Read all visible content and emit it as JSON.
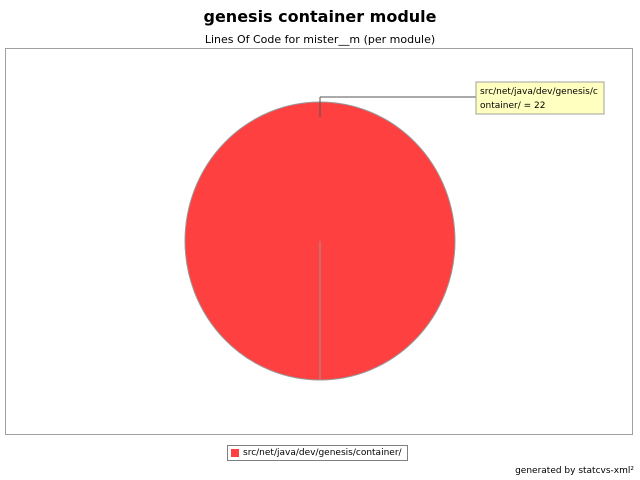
{
  "chart_data": {
    "type": "pie",
    "title": "genesis container module",
    "subtitle": "Lines Of Code for mister__m (per module)",
    "slices": [
      {
        "label": "src/net/java/dev/genesis/container/",
        "value": 22,
        "color": "#ff4040",
        "callout_line1": "src/net/java/dev/genesis/c",
        "callout_line2": "ontainer/ = 22"
      }
    ],
    "legend": {
      "position": "bottom",
      "entries": [
        "src/net/java/dev/genesis/container/"
      ]
    }
  },
  "footer": {
    "generated_by": "generated by statcvs-xml²"
  },
  "colors": {
    "slice_outline": "#999999",
    "callout_bg": "#ffffc0",
    "callout_border": "#a0a0a0",
    "plot_border": "#a0a0a0"
  }
}
